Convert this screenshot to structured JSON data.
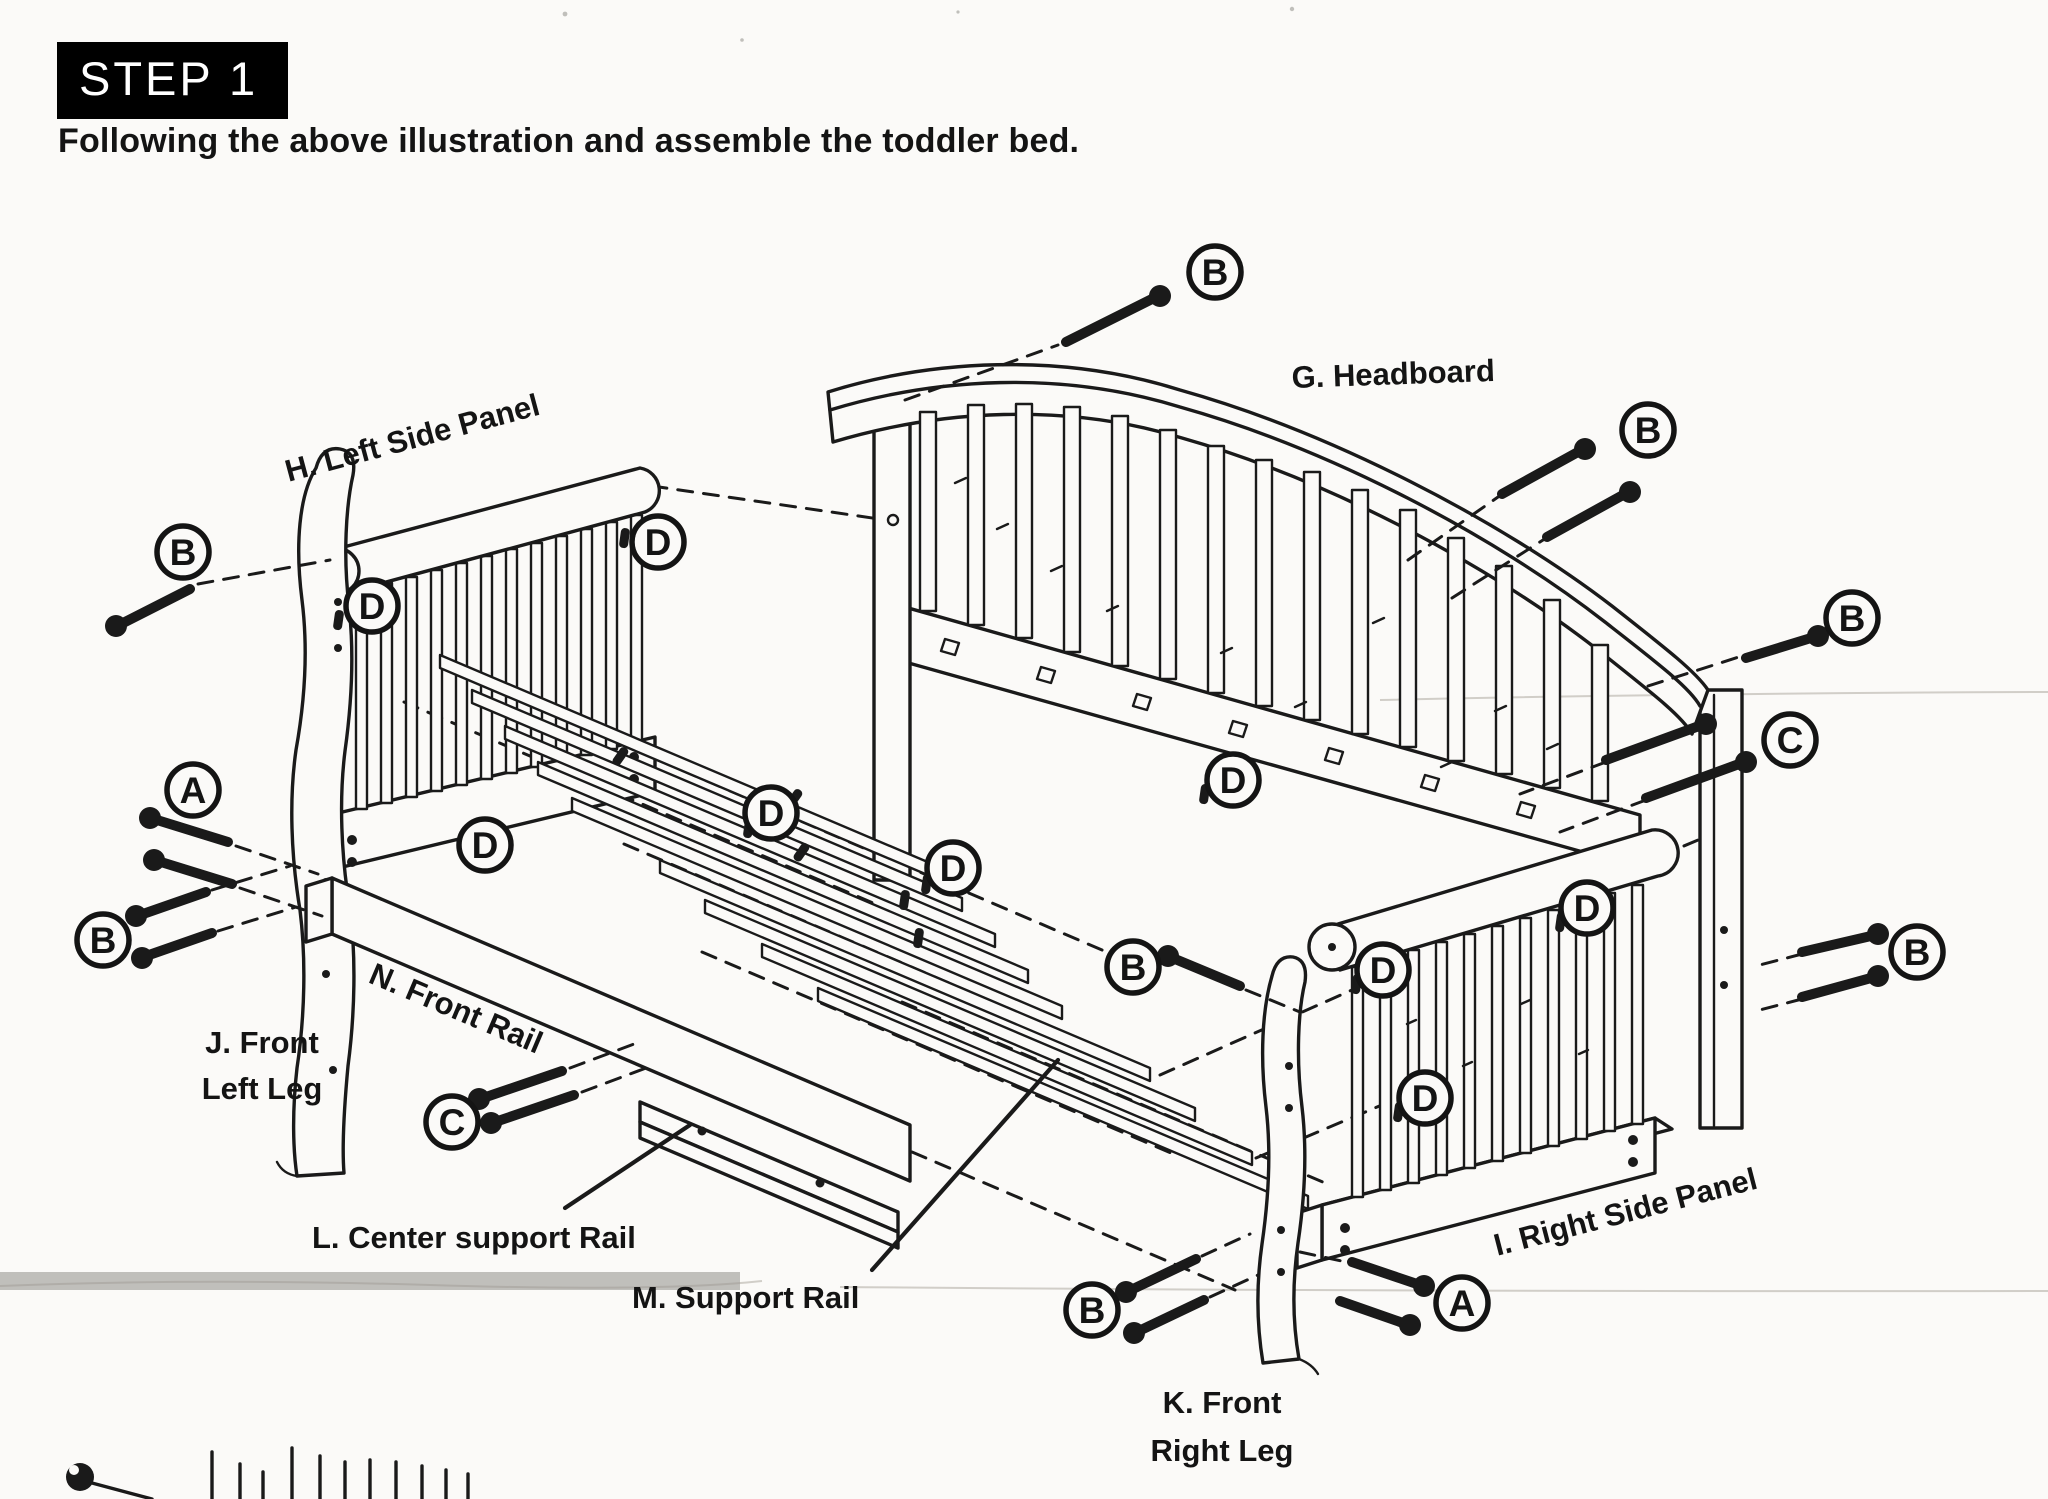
{
  "header": {
    "step_badge": "STEP 1",
    "instruction": "Following the above illustration and assemble the toddler bed."
  },
  "labels": {
    "headboard": "G. Headboard",
    "left_side_panel": "H. Left Side Panel",
    "front_left_leg_1": "J. Front",
    "front_left_leg_2": "Left Leg",
    "front_rail": "N. Front Rail",
    "center_support_rail": "L. Center support Rail",
    "support_rail": "M. Support Rail",
    "front_right_leg_1": "K. Front",
    "front_right_leg_2": "Right Leg",
    "right_side_panel": "I. Right Side Panel"
  },
  "callouts": [
    {
      "letter": "B"
    },
    {
      "letter": "B"
    },
    {
      "letter": "B"
    },
    {
      "letter": "C"
    },
    {
      "letter": "B"
    },
    {
      "letter": "B"
    },
    {
      "letter": "A"
    },
    {
      "letter": "B"
    },
    {
      "letter": "C"
    },
    {
      "letter": "B"
    },
    {
      "letter": "B"
    },
    {
      "letter": "A"
    },
    {
      "letter": "D"
    },
    {
      "letter": "D"
    },
    {
      "letter": "D"
    },
    {
      "letter": "D"
    },
    {
      "letter": "D"
    },
    {
      "letter": "D"
    },
    {
      "letter": "D"
    },
    {
      "letter": "D"
    },
    {
      "letter": "D"
    }
  ],
  "colors": {
    "paper": "#fbfaf8",
    "ink": "#1a1a1a",
    "badge_bg": "#000000",
    "badge_text": "#ffffff"
  }
}
